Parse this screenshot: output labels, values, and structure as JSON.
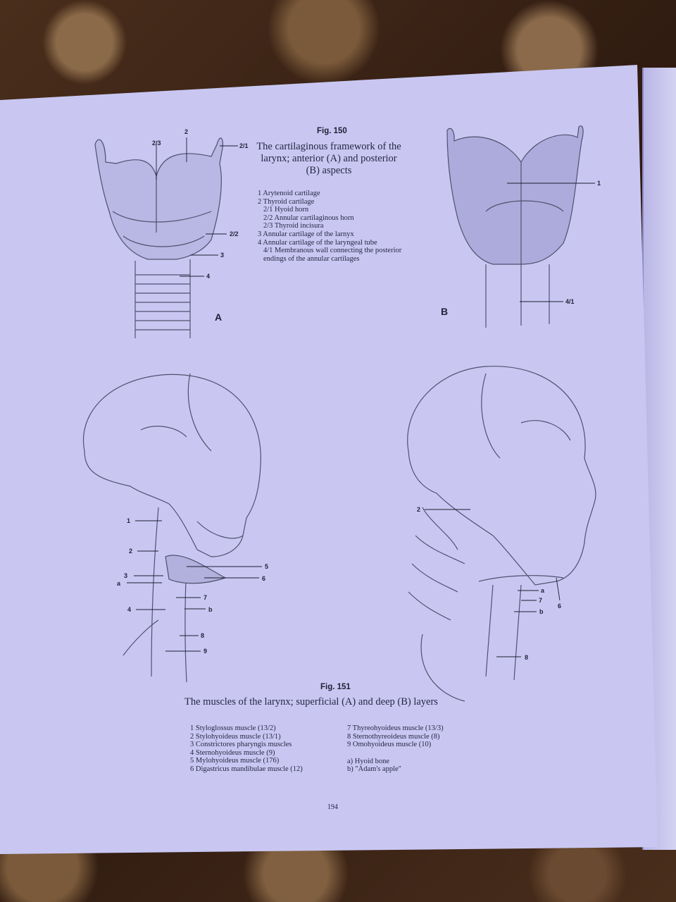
{
  "fig150": {
    "number": "Fig. 150",
    "title": "The cartilaginous framework of the larynx; anterior (A) and posterior (B) aspects",
    "items": [
      {
        "text": "1 Arytenoid cartilage",
        "sub": false
      },
      {
        "text": "2 Thyroid cartilage",
        "sub": false
      },
      {
        "text": "2/1 Hyoid horn",
        "sub": true
      },
      {
        "text": "2/2 Annular cartilaginous horn",
        "sub": true
      },
      {
        "text": "2/3 Thyroid incisura",
        "sub": true
      },
      {
        "text": "3 Annular cartilage of the larnyx",
        "sub": false
      },
      {
        "text": "4 Annular cartilage of the laryngeal tube",
        "sub": false
      },
      {
        "text": "4/1 Membranous wall connecting the posterior endings of the annular cartilages",
        "sub": true
      }
    ],
    "panel_a": {
      "letter": "A",
      "labels": [
        "2",
        "2/3",
        "2/1",
        "2/2",
        "3",
        "4"
      ]
    },
    "panel_b": {
      "letter": "B",
      "labels": [
        "1",
        "4/1"
      ]
    }
  },
  "fig151": {
    "number": "Fig. 151",
    "title": "The muscles of the larynx; superficial (A) and deep (B) layers",
    "items_left": [
      "1 Styloglossus muscle (13/2)",
      "2 Stylohyoideus muscle (13/1)",
      "3 Constrictores pharyngis muscles",
      "4 Sternohyoideus muscle (9)",
      "5 Mylohyoideus muscle (176)",
      "6 Digastricus mandibulae muscle (12)"
    ],
    "items_right": [
      "7 Thyreohyoideus muscle (13/3)",
      "8 Sternothyreoideus muscle (8)",
      "9 Omohyoideus muscle (10)"
    ],
    "items_letters": [
      "a) Hyoid bone",
      "b) \"Adam's apple\""
    ],
    "left_labels": [
      "1",
      "2",
      "3",
      "a",
      "4",
      "5",
      "6",
      "7",
      "b",
      "8",
      "9"
    ],
    "right_labels": [
      "2",
      "a",
      "7",
      "b",
      "6",
      "8"
    ]
  },
  "page_number": "194",
  "colors": {
    "paper": "#c9c7f2",
    "ink": "#262642",
    "background": "#3a2416"
  }
}
